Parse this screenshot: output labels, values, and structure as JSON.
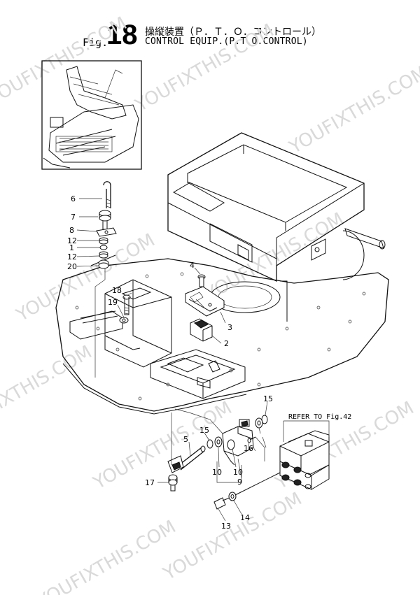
{
  "header": {
    "fig_prefix": "Fig.",
    "fig_number": "18",
    "title_jp": "操縦装置（Ｐ．Ｔ．Ｏ．コントロール）",
    "title_en": "CONTROL EQUIP.(P.T.O.CONTROL)"
  },
  "reference_note": "REFER TO Fig.42",
  "watermark": "YOUFIXTHIS.COM",
  "callouts": [
    "6",
    "7",
    "8",
    "12",
    "1",
    "12",
    "20",
    "4",
    "18",
    "19",
    "3",
    "2",
    "15",
    "5",
    "15",
    "16",
    "10",
    "10",
    "9",
    "17",
    "13",
    "14"
  ]
}
